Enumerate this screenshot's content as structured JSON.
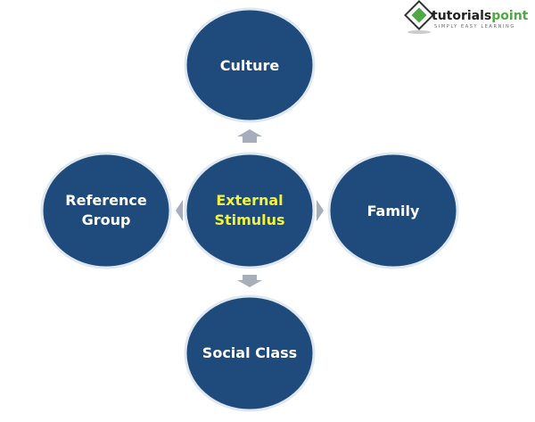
{
  "logo": {
    "name": "tutorialspoint",
    "name_part1": "tutorials",
    "name_part2": "point",
    "tagline": "SIMPLY EASY LEARNING"
  },
  "diagram": {
    "center": {
      "line1": "External",
      "line2": "Stimulus"
    },
    "nodes": {
      "top": {
        "line1": "Culture"
      },
      "left": {
        "line1": "Reference",
        "line2": "Group"
      },
      "right": {
        "line1": "Family"
      },
      "bottom": {
        "line1": "Social Class"
      }
    }
  },
  "colors": {
    "node": "#1f4b7c",
    "center_text": "#f2f23a",
    "text": "#ffffff",
    "arrow": "#a6aebb"
  }
}
